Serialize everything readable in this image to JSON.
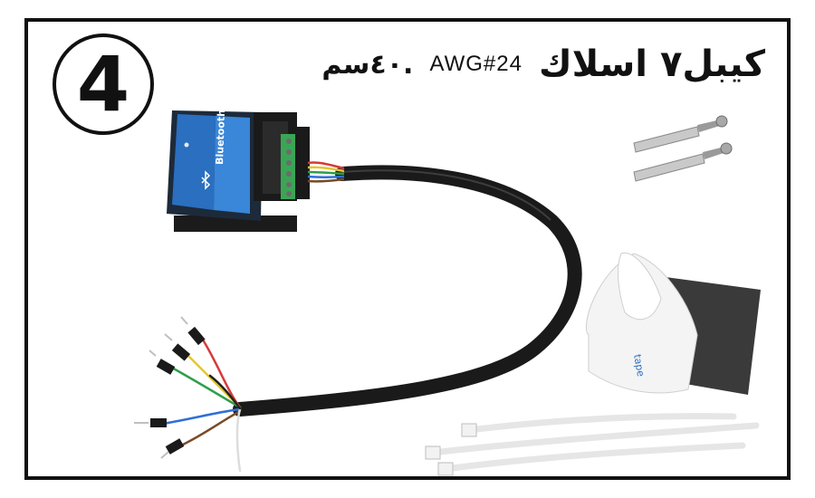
{
  "step": {
    "number": "4"
  },
  "headline": {
    "cable": "كيبل٧ اسلاك",
    "awg": "AWG#24",
    "length": ".٤٠سم"
  },
  "module": {
    "brand": "Bluetooth"
  },
  "tape": {
    "label": "tape"
  },
  "colors": {
    "frame": "#111111",
    "module_blue": "#2a6fc0",
    "cable": "#1a1a1a",
    "terminal_green": "#3aa655"
  },
  "wires": [
    "red",
    "yellow",
    "green",
    "blue",
    "brown",
    "white",
    "black"
  ]
}
